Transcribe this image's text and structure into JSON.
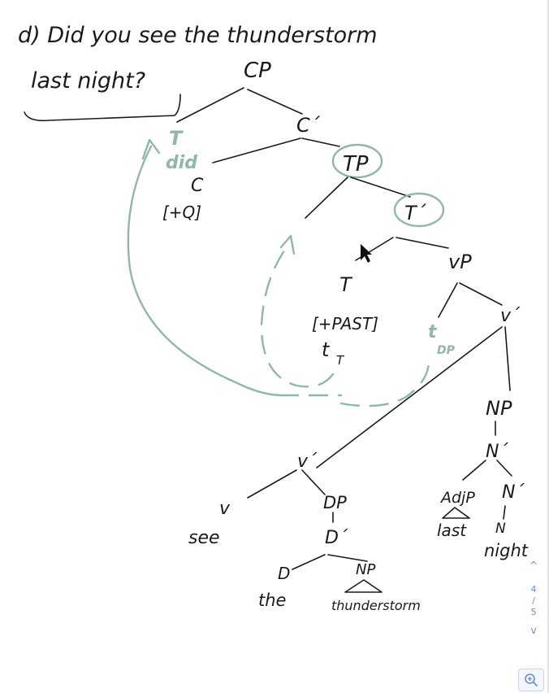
{
  "title_line1": "d) Did you see the thunderstorm",
  "title_line2": "last night?",
  "nodes": {
    "cp": "CP",
    "c_bar": "C´",
    "t_moved": "T",
    "did": "did",
    "c": "C",
    "c_feature": "[+Q]",
    "tp": "TP",
    "t_bar": "T´",
    "t": "T",
    "past": "[+PAST]",
    "t_trace": "t",
    "t_trace_sub": "T",
    "vp": "vP",
    "dp_trace": "t",
    "dp_trace_sub": "DP",
    "v_bar_upper": "v´",
    "np": "NP",
    "n_bar": "N´",
    "adjp": "AdjP",
    "n_bar_inner": "N´",
    "last": "last",
    "n": "N",
    "night": "night",
    "v_bar_lower": "v´",
    "v": "v",
    "see": "see",
    "dp": "DP",
    "d_bar": "D´",
    "d": "D",
    "np_inner": "NP",
    "the": "the",
    "thunderstorm": "thunderstorm"
  },
  "pager": {
    "up": "^",
    "current": "4",
    "sep": "/",
    "total": "5",
    "down": "v"
  },
  "zoom_icon": "zoom-in-icon"
}
